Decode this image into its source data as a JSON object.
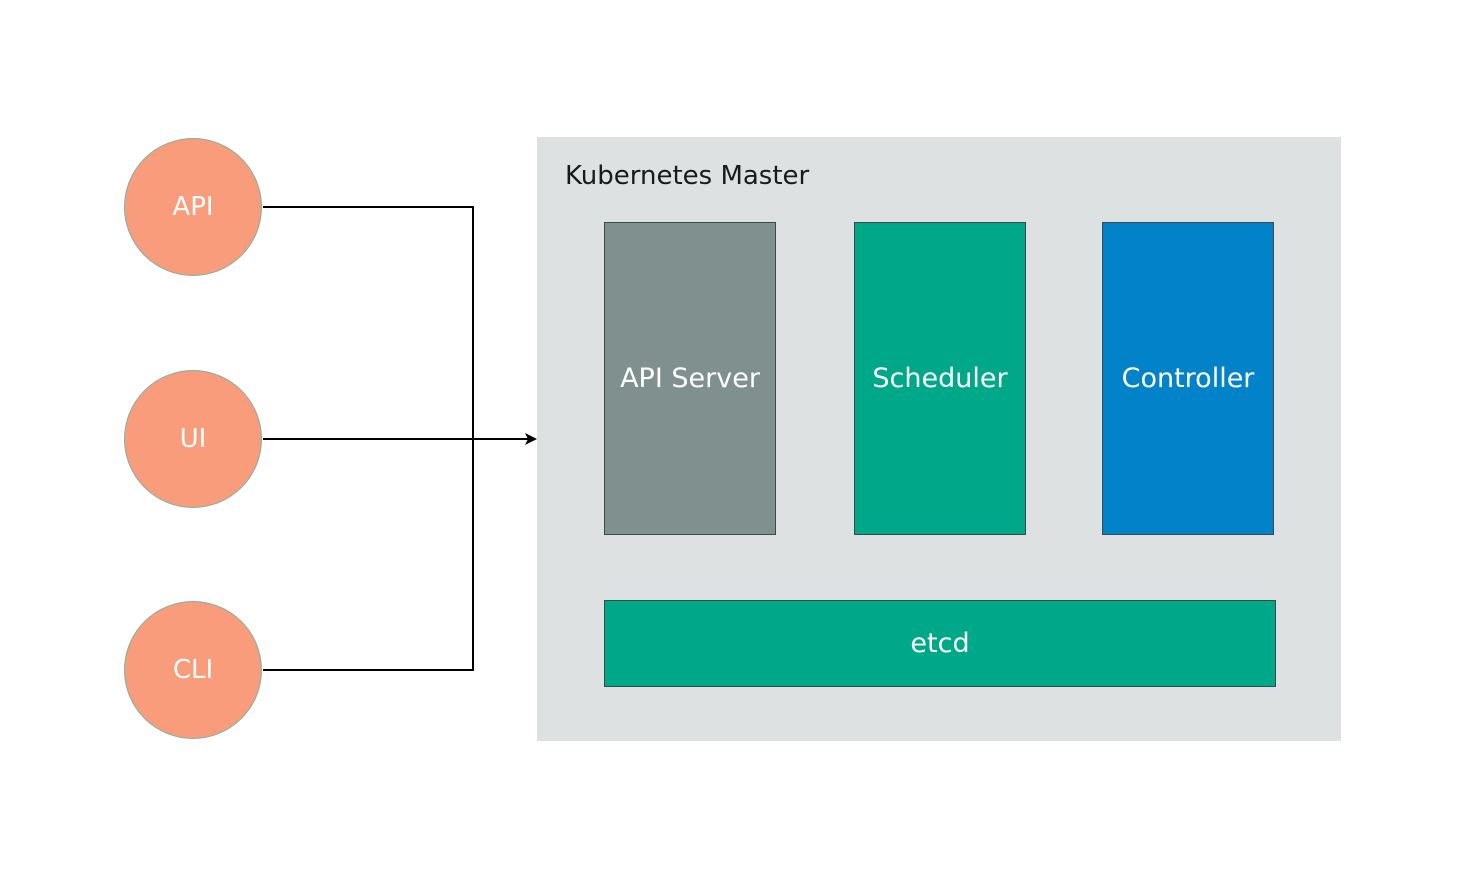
{
  "clients": [
    {
      "label": "API"
    },
    {
      "label": "UI"
    },
    {
      "label": "CLI"
    }
  ],
  "master": {
    "title": "Kubernetes Master",
    "background": "#dde1e1",
    "components": [
      {
        "label": "API Server",
        "color": "#80908e"
      },
      {
        "label": "Scheduler",
        "color": "#00a88a"
      },
      {
        "label": "Controller",
        "color": "#0282c8"
      },
      {
        "label": "etcd",
        "color": "#00a88a"
      }
    ]
  },
  "colors": {
    "client_fill": "#f89c7c",
    "connector": "#000000"
  }
}
